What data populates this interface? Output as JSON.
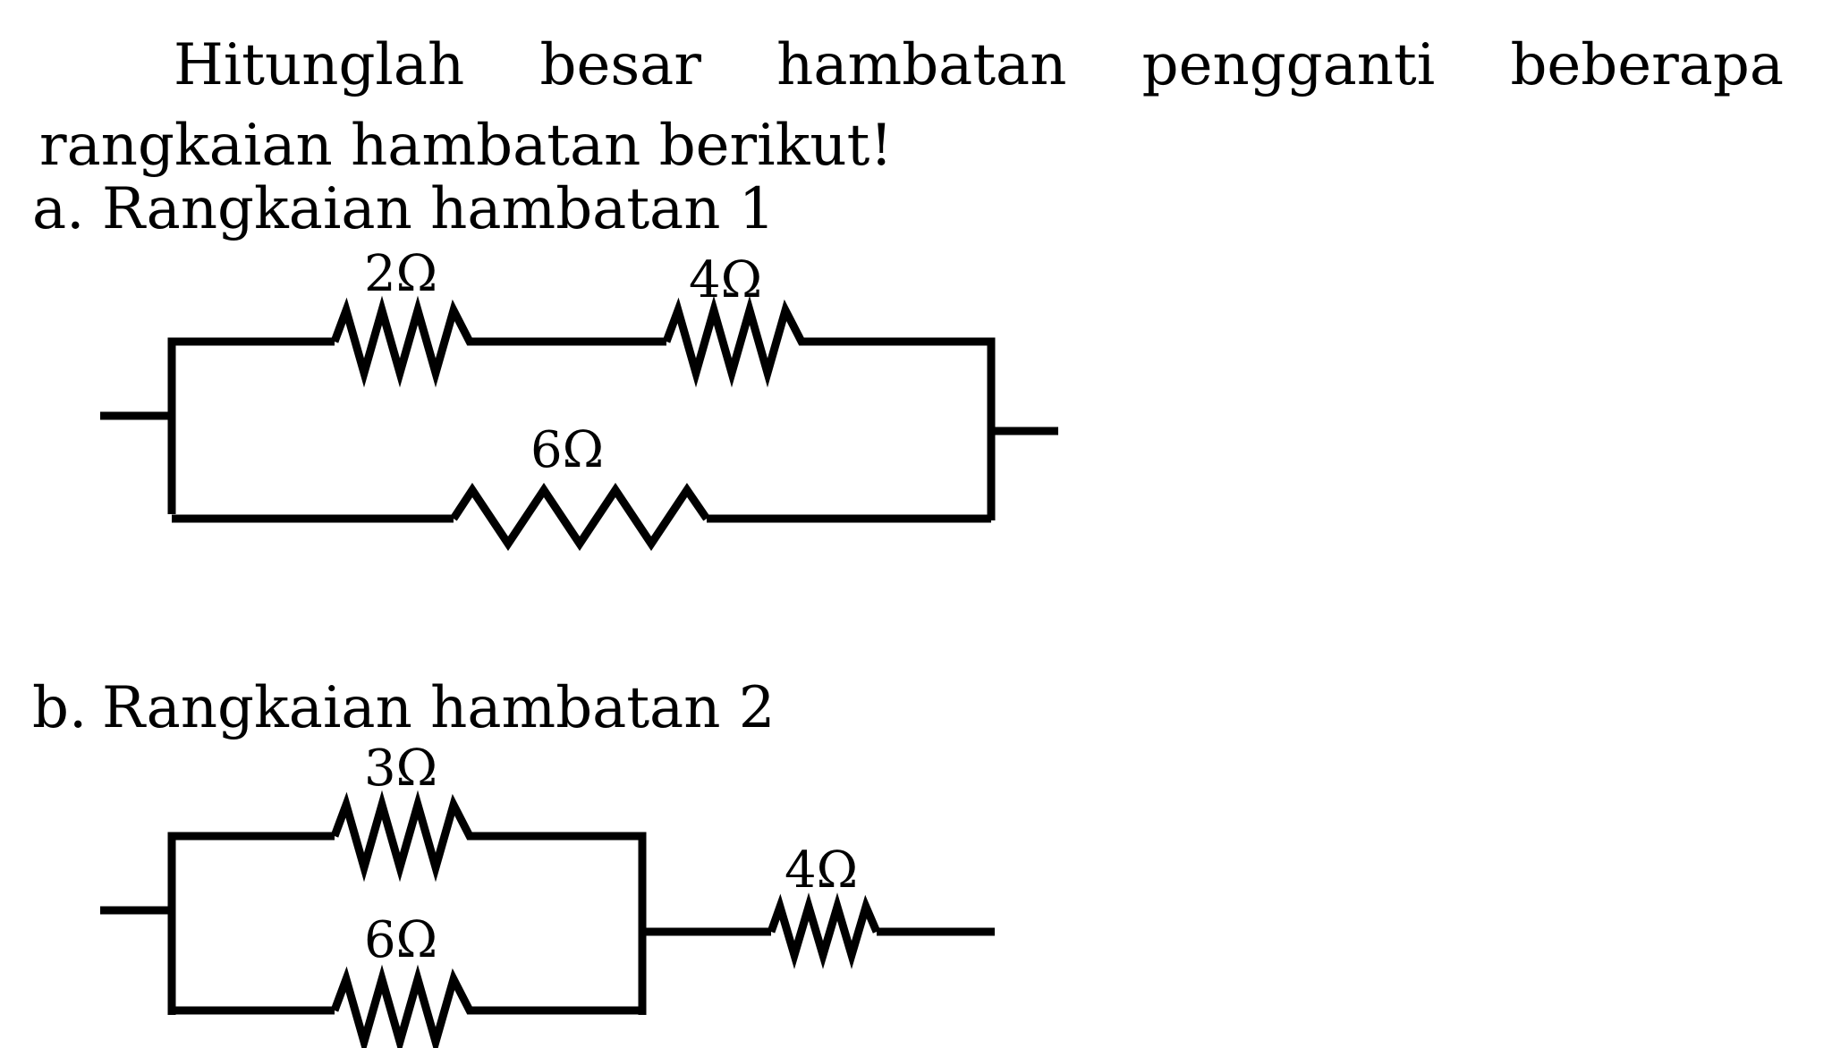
{
  "question": {
    "text": "Hitunglah besar hambatan pengganti beberapa rangkaian hambatan berikut!"
  },
  "parts": [
    {
      "letter": "a.",
      "title": "Rangkaian hambatan 1",
      "resistors": [
        {
          "label": "2Ω",
          "value_ohm": 2
        },
        {
          "label": "4Ω",
          "value_ohm": 4
        },
        {
          "label": "6Ω",
          "value_ohm": 6
        }
      ]
    },
    {
      "letter": "b.",
      "title": "Rangkaian hambatan 2",
      "resistors": [
        {
          "label": "3Ω",
          "value_ohm": 3
        },
        {
          "label": "6Ω",
          "value_ohm": 6
        },
        {
          "label": "4Ω",
          "value_ohm": 4
        }
      ]
    }
  ],
  "colors": {
    "ink": "#000000",
    "background": "#ffffff"
  }
}
